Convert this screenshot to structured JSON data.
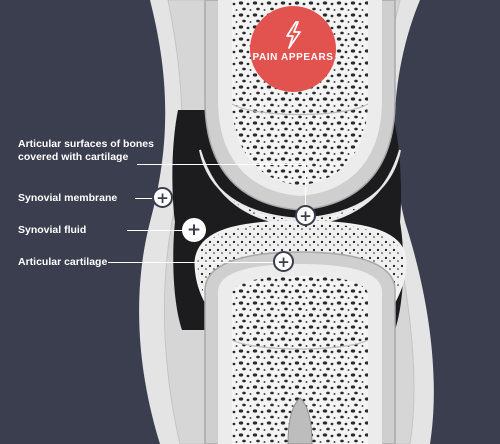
{
  "badge": {
    "label": "PAIN APPEARS",
    "icon": "lightning-bolt-icon",
    "color": "#e2524e"
  },
  "labels": {
    "articular_surfaces": "Articular surfaces of bones covered with cartilage",
    "synovial_membrane": "Synovial membrane",
    "synovial_fluid": "Synovial fluid",
    "articular_cartilage": "Articular cartilage"
  },
  "hotspot_symbol": "+",
  "colors": {
    "background": "#3a3e4f",
    "capsule": "#e6e6e6",
    "bone_shell": "#c9c9c9",
    "bone_interior": "#f2f2f2",
    "cavity": "#1a1a1c",
    "accent": "#e2524e"
  }
}
